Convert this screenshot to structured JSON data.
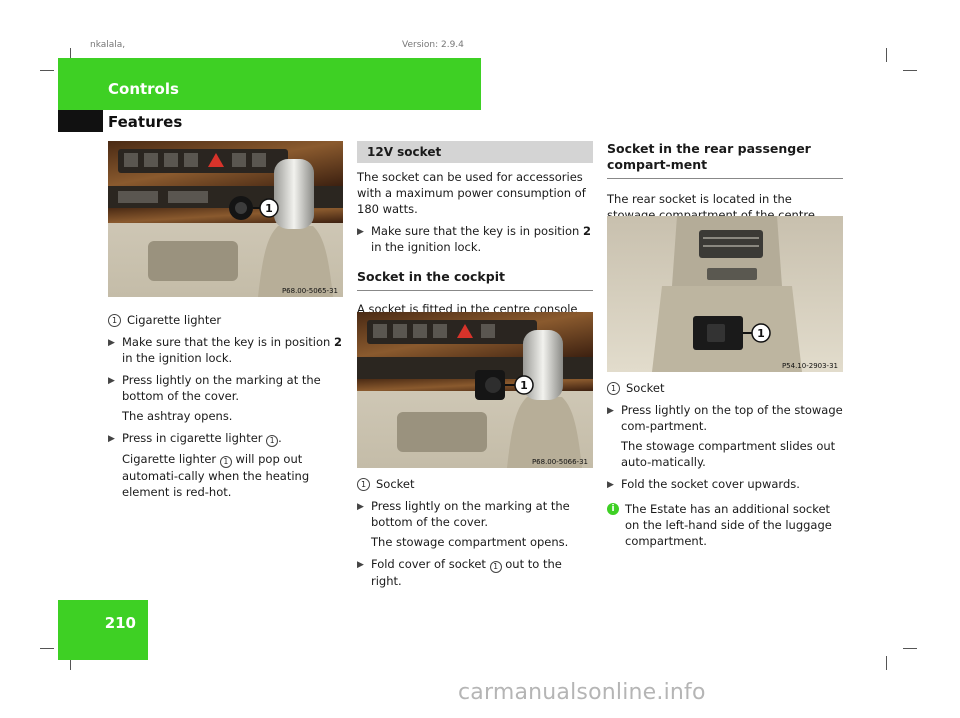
{
  "header": {
    "left_meta": "nkalala,",
    "right_meta": "Version: 2.9.4",
    "section": "Controls",
    "chapter": "Features",
    "page_number": "210"
  },
  "col1": {
    "image_code": "P68.00-5065-31",
    "callout": "1",
    "caption_label": "Cigarette lighter",
    "steps": [
      {
        "pre": "Make sure that the key is in position ",
        "bold": "2",
        "post": " in the ignition lock."
      },
      {
        "text": "Press lightly on the marking at the bottom of the cover."
      }
    ],
    "result1": "The ashtray opens.",
    "step3_pre": "Press in cigarette lighter ",
    "step3_post": ".",
    "result2_pre": "Cigarette lighter ",
    "result2_post": " will pop out automati-cally when the heating element is red-hot."
  },
  "col2": {
    "heading": "12V socket",
    "intro": "The socket can be used for accessories with a maximum power consumption of 180 watts.",
    "step1_pre": "Make sure that the key is in position ",
    "step1_bold": "2",
    "step1_post": " in the ignition lock.",
    "subheading": "Socket in the cockpit",
    "para": "A socket is fitted in the centre console on vehicles with the non-smoker's package.",
    "image_code": "P68.00-5066-31",
    "callout": "1",
    "caption_label": "Socket",
    "step2": "Press lightly on the marking at the bottom of the cover.",
    "result": "The stowage compartment opens.",
    "step3_pre": "Fold cover of socket ",
    "step3_post": " out to the right."
  },
  "col3": {
    "heading": "Socket in the rear passenger compart-ment",
    "para": "The rear socket is located in the stowage compartment of the centre console.",
    "image_code": "P54.10-2903-31",
    "callout": "1",
    "caption_label": "Socket",
    "step1": "Press lightly on the top of the stowage com-partment.",
    "result": "The stowage compartment slides out auto-matically.",
    "step2": "Fold the socket cover upwards.",
    "info": "The Estate has an additional socket on the left-hand side of the luggage compartment."
  },
  "watermark": "carmanualsonline.info"
}
